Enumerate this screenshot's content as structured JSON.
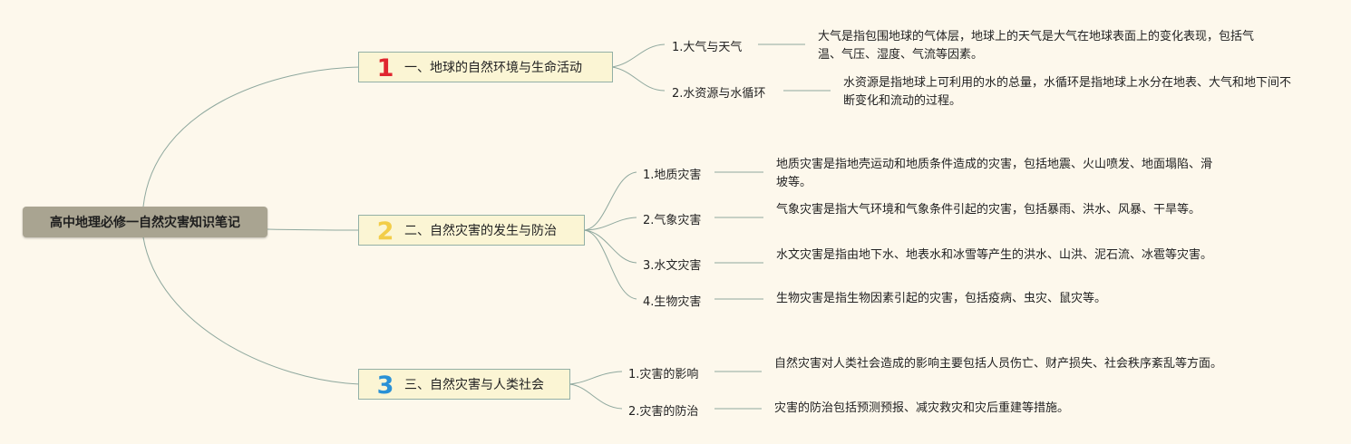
{
  "root": {
    "title": "高中地理必修一自然灾害知识笔记"
  },
  "colors": {
    "background": "#fdf8ec",
    "line": "#8fa89e",
    "root_fill": "#a9a491",
    "topic_fill": "#fbf5d4",
    "num1": "#e0262f",
    "num2": "#f2cd49",
    "num3": "#2a91d6"
  },
  "topics": [
    {
      "number": "1",
      "label": "一、地球的自然环境与生命活动",
      "subs": [
        {
          "label": "1.大气与天气",
          "desc": "大气是指包围地球的气体层，地球上的天气是大气在地球表面上的变化表现，包括气温、气压、湿度、气流等因素。"
        },
        {
          "label": "2.水资源与水循环",
          "desc": "水资源是指地球上可利用的水的总量，水循环是指地球上水分在地表、大气和地下间不断变化和流动的过程。"
        }
      ]
    },
    {
      "number": "2",
      "label": "二、自然灾害的发生与防治",
      "subs": [
        {
          "label": "1.地质灾害",
          "desc": "地质灾害是指地壳运动和地质条件造成的灾害，包括地震、火山喷发、地面塌陷、滑坡等。"
        },
        {
          "label": "2.气象灾害",
          "desc": "气象灾害是指大气环境和气象条件引起的灾害，包括暴雨、洪水、风暴、干旱等。"
        },
        {
          "label": "3.水文灾害",
          "desc": "水文灾害是指由地下水、地表水和冰雪等产生的洪水、山洪、泥石流、冰雹等灾害。"
        },
        {
          "label": "4.生物灾害",
          "desc": "生物灾害是指生物因素引起的灾害，包括疫病、虫灾、鼠灾等。"
        }
      ]
    },
    {
      "number": "3",
      "label": "三、自然灾害与人类社会",
      "subs": [
        {
          "label": "1.灾害的影响",
          "desc": "自然灾害对人类社会造成的影响主要包括人员伤亡、财产损失、社会秩序紊乱等方面。"
        },
        {
          "label": "2.灾害的防治",
          "desc": "灾害的防治包括预测预报、减灾救灾和灾后重建等措施。"
        }
      ]
    }
  ]
}
